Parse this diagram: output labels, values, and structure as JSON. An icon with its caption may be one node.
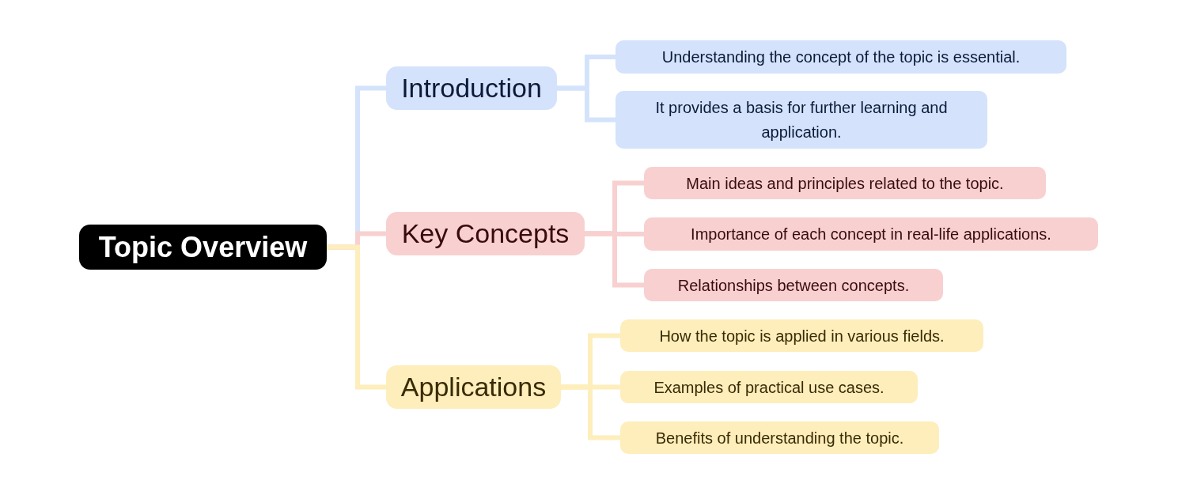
{
  "diagram": {
    "nodes": [
      {
        "text": [
          "Topic Overview"
        ]
      },
      {
        "text": [
          "Introduction"
        ]
      },
      {
        "text": [
          "Understanding the concept of the topic is essential."
        ]
      },
      {
        "text": [
          "It provides a basis for further learning and application."
        ]
      },
      {
        "text": [
          "Key Concepts"
        ]
      },
      {
        "text": [
          "Main ideas and principles related to the topic."
        ]
      },
      {
        "text": [
          "Importance of each concept in real-life applications."
        ]
      },
      {
        "text": [
          "Relationships between concepts."
        ]
      },
      {
        "text": [
          "Applications"
        ]
      },
      {
        "text": [
          "How the topic is applied in various fields."
        ]
      },
      {
        "text": [
          "Examples of practical use cases."
        ]
      },
      {
        "text": [
          "Benefits of understanding the topic."
        ]
      }
    ],
    "edges": [
      {
        "from": 0,
        "to": 1,
        "arrow": "none",
        "color": "#d4e3fb"
      },
      {
        "from": 1,
        "to": 2,
        "arrow": "none",
        "color": "#d4e3fb"
      },
      {
        "from": 1,
        "to": 3,
        "arrow": "none",
        "color": "#d4e3fb"
      },
      {
        "from": 0,
        "to": 4,
        "arrow": "none",
        "color": "#f8d0d0"
      },
      {
        "from": 4,
        "to": 5,
        "arrow": "none",
        "color": "#f8d0d0"
      },
      {
        "from": 4,
        "to": 6,
        "arrow": "none",
        "color": "#f8d0d0"
      },
      {
        "from": 4,
        "to": 7,
        "arrow": "none",
        "color": "#f8d0d0"
      },
      {
        "from": 0,
        "to": 8,
        "arrow": "none",
        "color": "#fdeebb"
      },
      {
        "from": 8,
        "to": 9,
        "arrow": "none",
        "color": "#fdeebb"
      },
      {
        "from": 8,
        "to": 10,
        "arrow": "none",
        "color": "#fdeebb"
      },
      {
        "from": 8,
        "to": 11,
        "arrow": "none",
        "color": "#fdeebb"
      }
    ]
  }
}
